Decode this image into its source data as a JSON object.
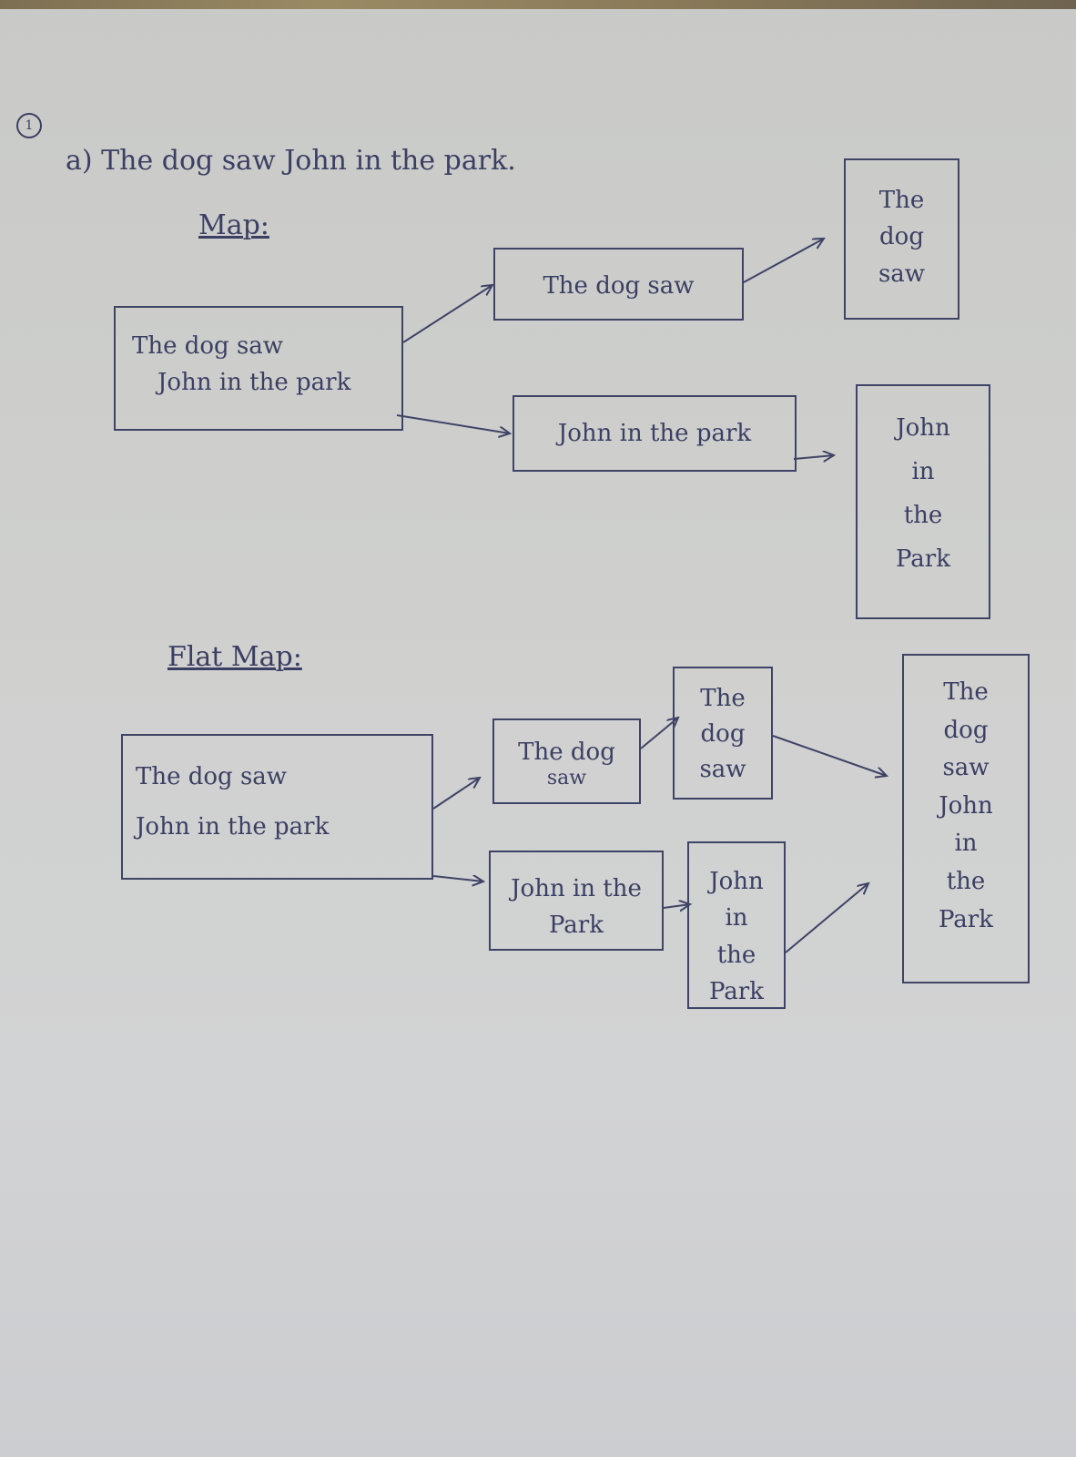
{
  "question_number": "1",
  "question_text": "a) The dog saw John in the park.",
  "map": {
    "label": "Map:",
    "input": [
      "The dog saw",
      "John in the park"
    ],
    "split": [
      "The dog saw",
      "John in the park"
    ],
    "out_top": [
      "The",
      "dog",
      "saw"
    ],
    "out_bottom": [
      "John",
      "in",
      "the",
      "Park"
    ]
  },
  "flatmap": {
    "label": "Flat Map:",
    "input": [
      "The dog saw",
      "John in the park"
    ],
    "split_top": [
      "The dog",
      "saw"
    ],
    "split_bottom": [
      "John in the",
      "Park"
    ],
    "mid_top": [
      "The",
      "dog",
      "saw"
    ],
    "mid_bottom": [
      "John",
      "in",
      "the",
      "Park"
    ],
    "result": [
      "The",
      "dog",
      "saw",
      "John",
      "in",
      "the",
      "Park"
    ]
  },
  "colors": {
    "ink": "#3b3f63",
    "paper": "#cfd0ce"
  }
}
